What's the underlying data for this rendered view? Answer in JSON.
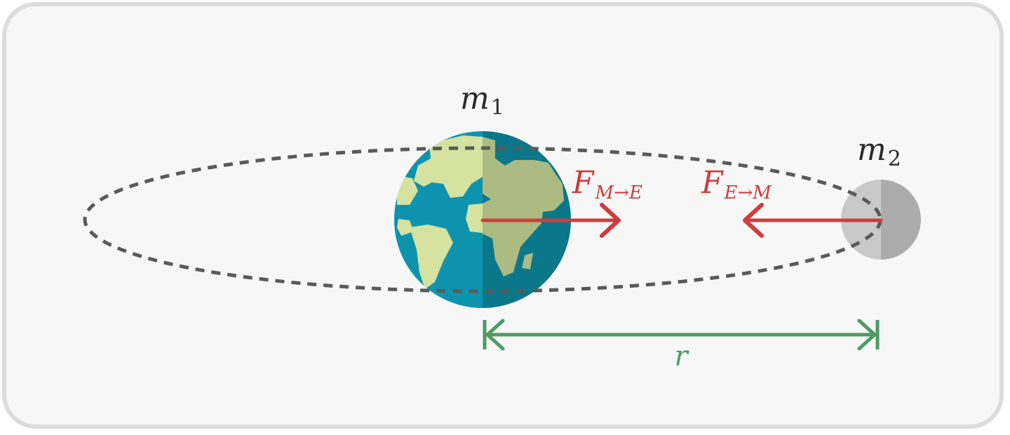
{
  "labels": {
    "mass1": {
      "base": "m",
      "sub": "1"
    },
    "mass2": {
      "base": "m",
      "sub": "2"
    },
    "force_moon_on_earth": {
      "base": "F",
      "sub": "M→E"
    },
    "force_earth_on_moon": {
      "base": "F",
      "sub": "E→M"
    },
    "distance": "r"
  },
  "colors": {
    "frame_border": "#dcdcdc",
    "background": "#f7f7f7",
    "orbit": "#5a5a5a",
    "ocean_light": "#0e93ae",
    "ocean_dark": "#0b778a",
    "land_light": "#d5e2a0",
    "land_dark": "#abbb82",
    "moon_light": "#c9c9c9",
    "moon_dark": "#acacac",
    "force_arrow": "#d03c3c",
    "distance_arrow": "#4e9a64",
    "text": "#2a2a2a"
  },
  "icons": {
    "earth": "earth-globe-icon",
    "moon": "moon-icon"
  }
}
